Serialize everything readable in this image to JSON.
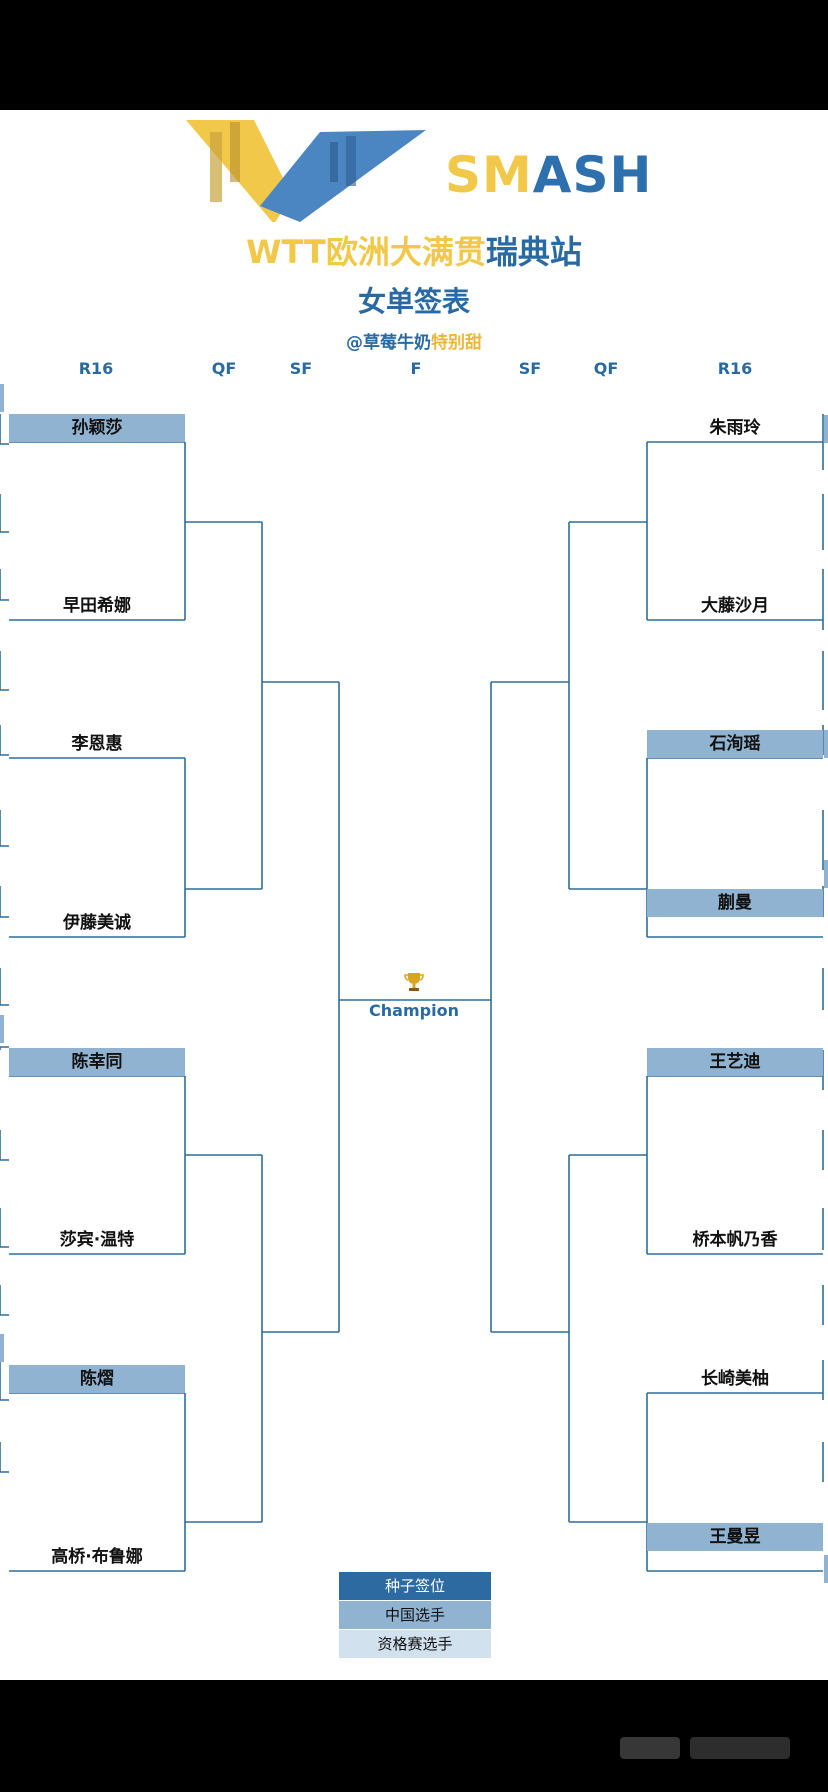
{
  "header": {
    "logo_text_yellow": "SM",
    "logo_text_blue": "ASH",
    "title_yellow": "WTT欧洲大满贯",
    "title_blue": "瑞典站",
    "subtitle": "女单签表",
    "handle_blue": "@草莓牛奶",
    "handle_yellow": "特别甜"
  },
  "rounds": {
    "left_r16": "R16",
    "left_qf": "QF",
    "left_sf": "SF",
    "final": "F",
    "right_sf": "SF",
    "right_qf": "QF",
    "right_r16": "R16"
  },
  "bracket": {
    "left": [
      {
        "name": "孙颖莎",
        "type": "chinese"
      },
      {
        "name": "早田希娜",
        "type": "plain"
      },
      {
        "name": "李恩惠",
        "type": "plain"
      },
      {
        "name": "伊藤美诚",
        "type": "plain"
      },
      {
        "name": "陈幸同",
        "type": "chinese"
      },
      {
        "name": "莎宾·温特",
        "type": "plain"
      },
      {
        "name": "陈熠",
        "type": "chinese"
      },
      {
        "name": "高桥·布鲁娜",
        "type": "plain"
      }
    ],
    "right": [
      {
        "name": "朱雨玲",
        "type": "plain"
      },
      {
        "name": "大藤沙月",
        "type": "plain"
      },
      {
        "name": "石洵瑶",
        "type": "chinese"
      },
      {
        "name": "蒯曼",
        "type": "chinese"
      },
      {
        "name": "王艺迪",
        "type": "chinese"
      },
      {
        "name": "桥本帆乃香",
        "type": "plain"
      },
      {
        "name": "长崎美柚",
        "type": "plain"
      },
      {
        "name": "王曼昱",
        "type": "chinese"
      }
    ]
  },
  "champion_label": "Champion",
  "legend": {
    "seed": "种子签位",
    "chinese": "中国选手",
    "qualifier": "资格赛选手"
  },
  "colors": {
    "seed": "#2e6aa2",
    "chinese": "#8fb3d1",
    "qualifier": "#d2e1ee",
    "accent_blue": "#2a6aa3",
    "accent_yellow": "#f2c84a"
  }
}
